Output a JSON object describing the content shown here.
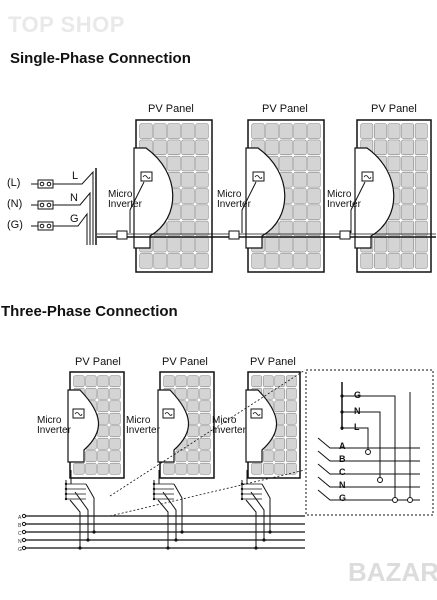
{
  "watermark_top": "TOP SHOP",
  "watermark_bottom": "BAZAR",
  "single_phase": {
    "title": "Single-Phase Connection",
    "panel_label": "PV Panel",
    "micro_line1": "Micro",
    "micro_line2": "Inverter",
    "terminals": [
      "(L)",
      "(N)",
      "(G)"
    ],
    "wire_letters": [
      "L",
      "N",
      "G"
    ]
  },
  "three_phase": {
    "title": "Three-Phase Connection",
    "panel_label": "PV Panel",
    "micro_line1": "Micro",
    "micro_line2": "Inverter",
    "inset_top": [
      "G",
      "N",
      "L"
    ],
    "inset_bus": [
      "A",
      "B",
      "C",
      "N",
      "G"
    ],
    "small_bus": [
      "A",
      "B",
      "C",
      "N",
      "G"
    ]
  },
  "colors": {
    "line": "#111111",
    "panel_cell": "#d4d4d4",
    "watermark": "#e0e0e0"
  }
}
